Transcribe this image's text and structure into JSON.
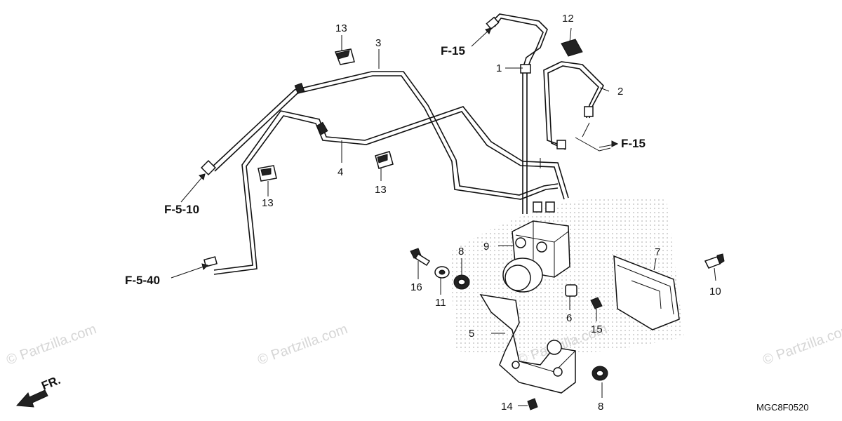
{
  "diagram_code": "MGC8F0520",
  "watermark": "© Partzilla.com",
  "forward_label": "FR.",
  "callouts": {
    "p1": "1",
    "p2": "2",
    "p3": "3",
    "p4": "4",
    "p5": "5",
    "p6": "6",
    "p7": "7",
    "p8a": "8",
    "p8b": "8",
    "p9": "9",
    "p10": "10",
    "p11": "11",
    "p12": "12",
    "p13a": "13",
    "p13b": "13",
    "p13c": "13",
    "p14": "14",
    "p15": "15",
    "p16": "16"
  },
  "references": {
    "f15_top": "F-15",
    "f15_right": "F-15",
    "f510": "F-5-10",
    "f540": "F-5-40"
  },
  "colors": {
    "line": "#111111",
    "watermark": "#d6d6d6"
  }
}
